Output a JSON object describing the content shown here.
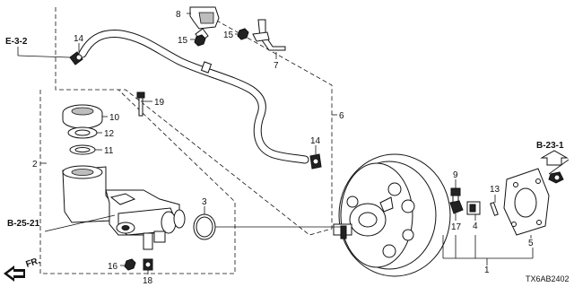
{
  "diagram": {
    "code": "TX6AB2402",
    "front_label": "FR.",
    "refs": {
      "e32": "E-3-2",
      "b231": "B-23-1",
      "b2521": "B-25-21"
    },
    "callouts": {
      "c1": "1",
      "c2": "2",
      "c3": "3",
      "c4": "4",
      "c5": "5",
      "c6": "6",
      "c7": "7",
      "c8": "8",
      "c9": "9",
      "c10": "10",
      "c11": "11",
      "c12": "12",
      "c13": "13",
      "c14a": "14",
      "c14b": "14",
      "c15a": "15",
      "c15b": "15",
      "c16": "16",
      "c17": "17",
      "c18": "18",
      "c19": "19"
    }
  }
}
